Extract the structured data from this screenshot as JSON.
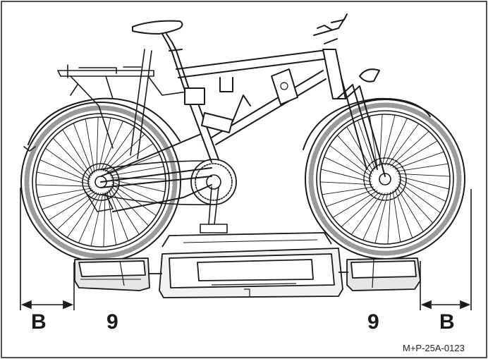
{
  "labels": {
    "b_left": "B",
    "b_right": "B",
    "nine_left": "9",
    "nine_right": "9",
    "figure_code": "M+P-25A-0123"
  },
  "icons": [
    "bicycle-illustration",
    "bike-carrier-illustration",
    "dimension-arrow-icon"
  ],
  "colors": {
    "line": "#1a1a1a",
    "tire_fill": "#d9d9d9",
    "shade": "#bdbdbd",
    "background": "#ffffff"
  }
}
